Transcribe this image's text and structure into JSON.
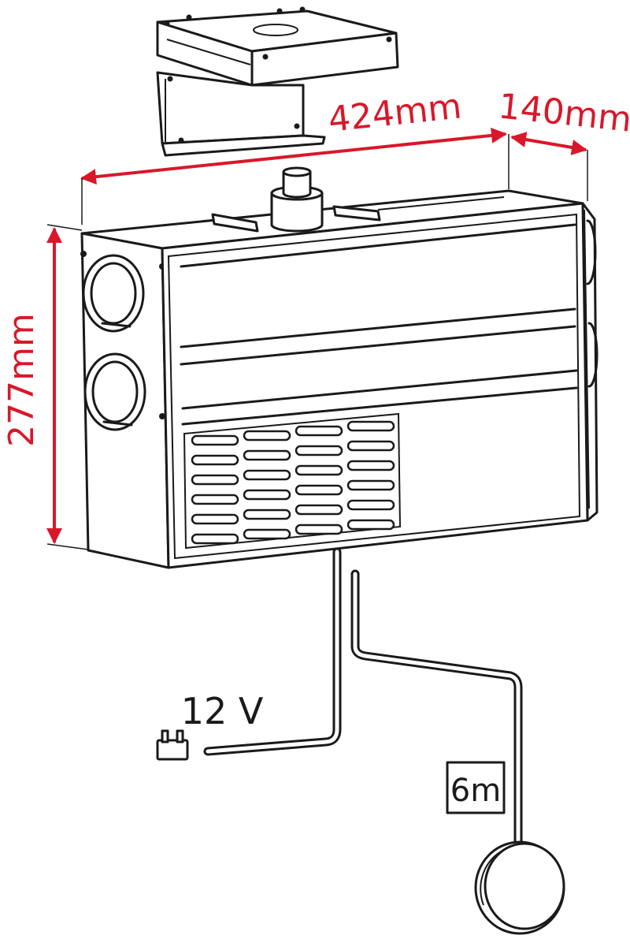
{
  "dimensions": {
    "width_label": "424mm",
    "depth_label": "140mm",
    "height_label": "277mm"
  },
  "labels": {
    "voltage": "12 V",
    "cable_length": "6m"
  },
  "colors": {
    "dimension": "#d8182a",
    "outline": "#1a1a1a",
    "fill": "#ffffff"
  },
  "icons": {
    "bracket": "mounting-bracket-icon",
    "heater": "heater-unit-icon",
    "plug": "fuse-plug-icon",
    "controller": "round-controller-icon"
  }
}
